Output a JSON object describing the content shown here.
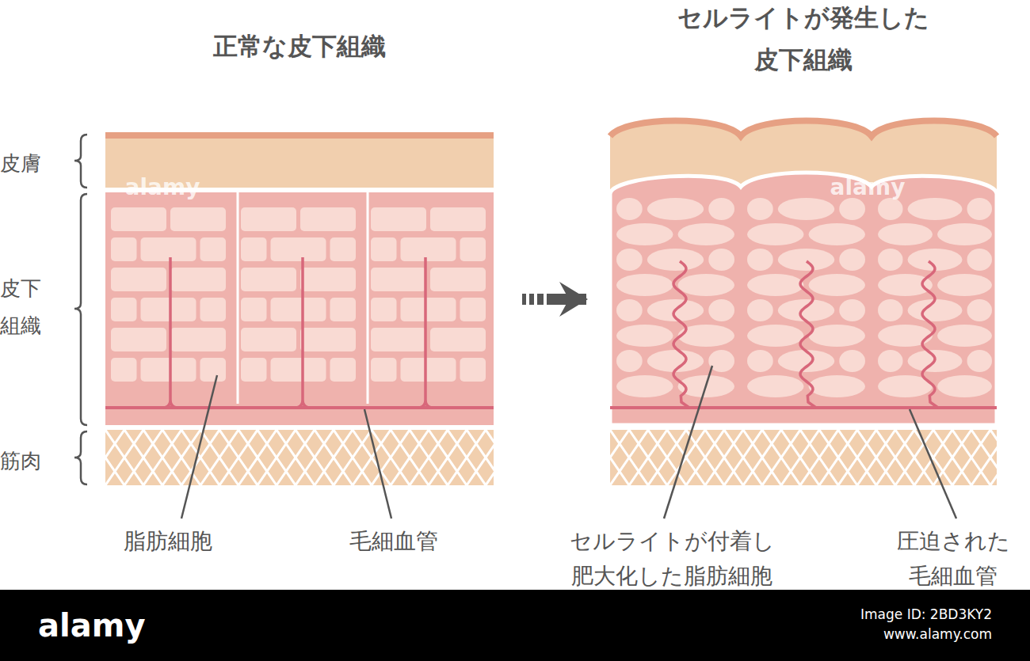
{
  "diagram": {
    "nodes": [
      {
        "text": [
          "正常な皮下組織"
        ]
      },
      {
        "text": [
          "セルライトが発生した 皮下組織"
        ]
      }
    ],
    "edges": [
      {
        "from": 0,
        "to": 1,
        "arrow": "to"
      }
    ],
    "labels": [
      "皮膚",
      "皮下 組織",
      "筋肉",
      "脂肪細胞",
      "毛細血管",
      "セルライトが付着し 肥大化した脂肪細胞",
      "圧迫された 毛細血管",
      "alamy",
      "alamy",
      "alamy",
      "Image ID: 2BD3KY2",
      "www.alamy.com"
    ]
  }
}
